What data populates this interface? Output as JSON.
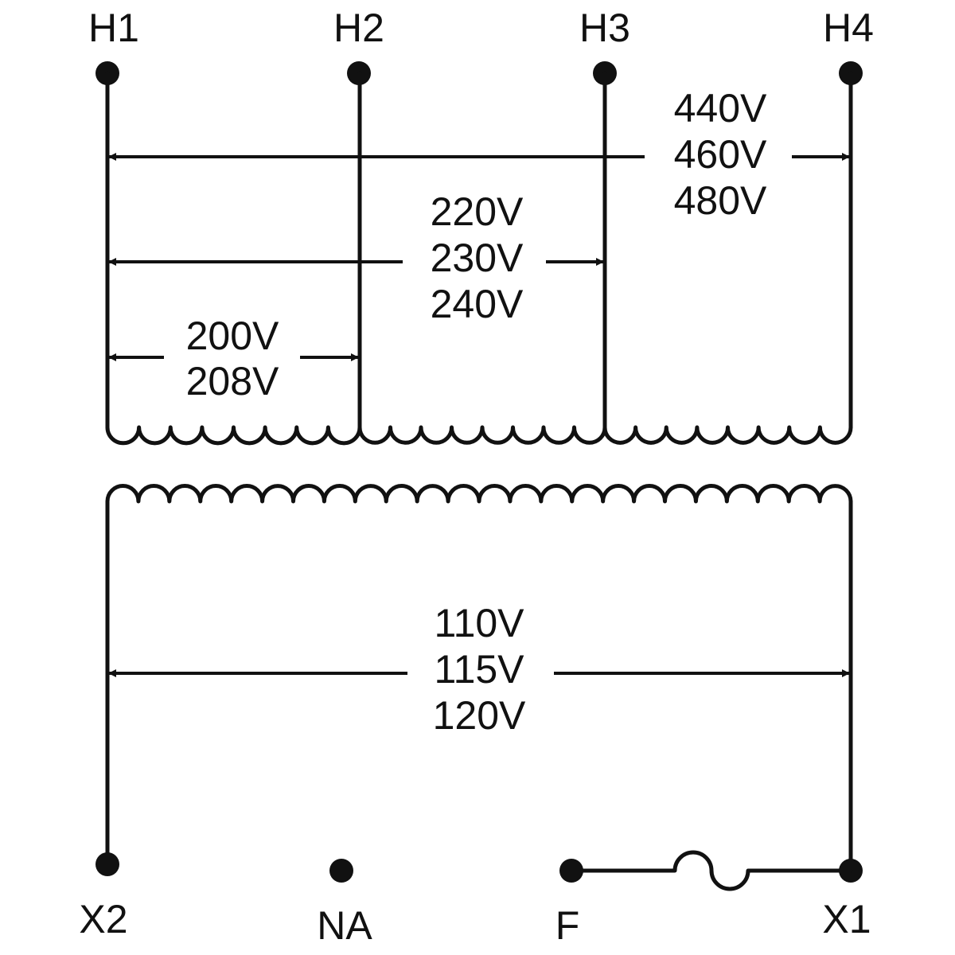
{
  "terminals": {
    "h1": "H1",
    "h2": "H2",
    "h3": "H3",
    "h4": "H4",
    "x2": "X2",
    "na": "NA",
    "f": "F",
    "x1": "X1"
  },
  "primary_taps": {
    "h1_h4": [
      "440V",
      "460V",
      "480V"
    ],
    "h1_h3": [
      "220V",
      "230V",
      "240V"
    ],
    "h1_h2": [
      "200V",
      "208V"
    ]
  },
  "secondary": {
    "x2_x1": [
      "110V",
      "115V",
      "120V"
    ]
  }
}
